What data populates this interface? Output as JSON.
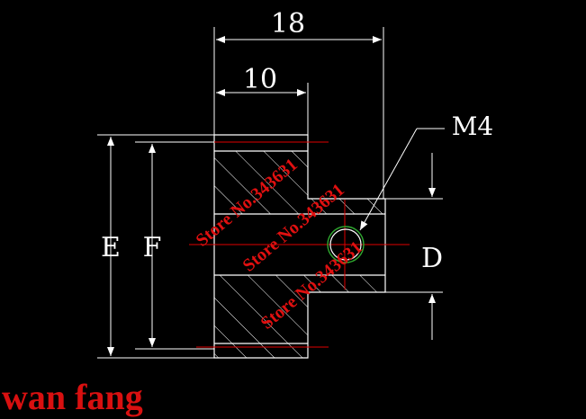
{
  "drawing": {
    "dimensions": {
      "overall_width": "18",
      "hub_width": "10",
      "outer_diameter": "E",
      "pitch_diameter": "F",
      "bore_diameter": "D",
      "set_screw": "M4"
    },
    "watermarks": [
      "Store No.343631",
      "Store No.343631",
      "Store No.343631"
    ],
    "brand": "wan fang"
  },
  "colors": {
    "background": "#000000",
    "lines": "#ffffff",
    "centerlines": "#e00000",
    "watermark": "#e01010",
    "brand": "#d81010",
    "screw_outline": "#2fa82f"
  }
}
